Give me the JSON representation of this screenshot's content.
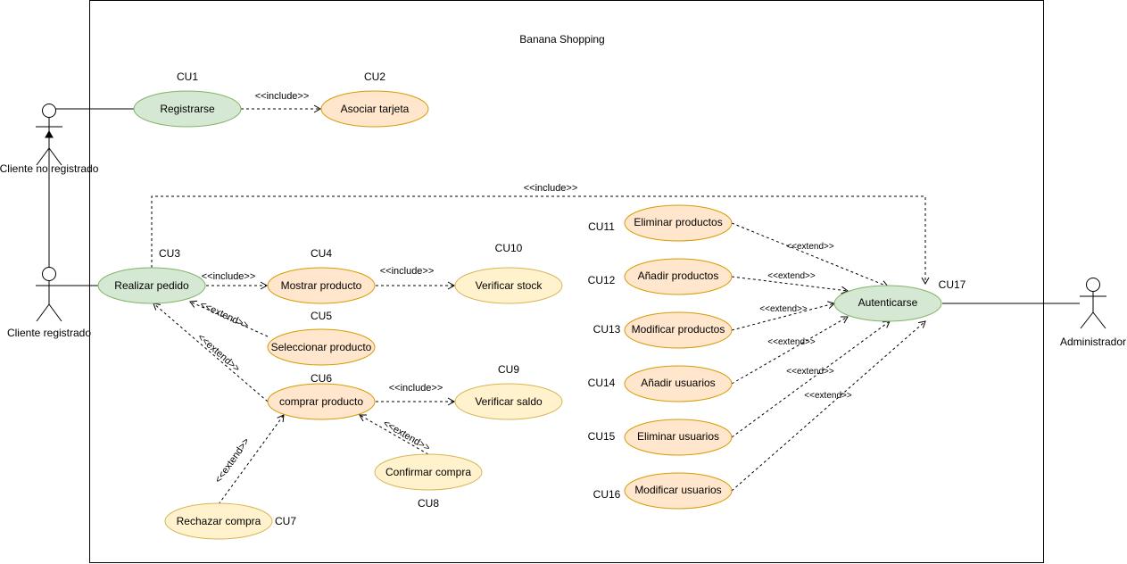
{
  "colors": {
    "green_fill": "#d5e8d4",
    "green_stroke": "#82b366",
    "orange_fill": "#ffe6cc",
    "orange_stroke": "#d79b00",
    "yellow_fill": "#fff2cc",
    "yellow_stroke": "#d6b656",
    "line": "#000000",
    "background": "#ffffff"
  },
  "system": {
    "title": "Banana Shopping"
  },
  "actors": {
    "no_registrado": "Cliente no registrado",
    "registrado": "Cliente registrado",
    "admin": "Administrador"
  },
  "use_cases": {
    "registrarse": {
      "id": "CU1",
      "label": "Registrarse"
    },
    "asociar": {
      "id": "CU2",
      "label": "Asociar tarjeta"
    },
    "realizar": {
      "id": "CU3",
      "label": "Realizar pedido"
    },
    "mostrar": {
      "id": "CU4",
      "label": "Mostrar producto"
    },
    "seleccionar": {
      "id": "CU5",
      "label": "Seleccionar producto"
    },
    "comprar": {
      "id": "CU6",
      "label": "comprar producto"
    },
    "rechazar": {
      "id": "CU7",
      "label": "Rechazar compra"
    },
    "confirmar": {
      "id": "CU8",
      "label": "Confirmar compra"
    },
    "saldo": {
      "id": "CU9",
      "label": "Verificar saldo"
    },
    "stock": {
      "id": "CU10",
      "label": "Verificar stock"
    },
    "elim_prod": {
      "id": "CU11",
      "label": "Eliminar productos"
    },
    "add_prod": {
      "id": "CU12",
      "label": "Añadir productos"
    },
    "mod_prod": {
      "id": "CU13",
      "label": "Modificar productos"
    },
    "add_user": {
      "id": "CU14",
      "label": "Añadir usuarios"
    },
    "elim_user": {
      "id": "CU15",
      "label": "Eliminar usuarios"
    },
    "mod_user": {
      "id": "CU16",
      "label": "Modificar usuarios"
    },
    "auth": {
      "id": "CU17",
      "label": "Autenticarse"
    }
  },
  "relations": {
    "include": "<<include>>",
    "extend": "<<extend>>"
  }
}
